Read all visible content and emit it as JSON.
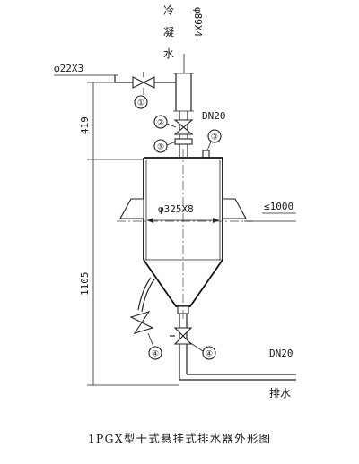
{
  "labels": {
    "condenser_water": [
      "冷",
      "凝",
      "水"
    ],
    "pipe_top": "φ89X4",
    "pipe_side": "φ22X3",
    "dn_upper": "DN20",
    "vessel_diameter": "φ325X8",
    "height_upper": "419",
    "height_lower": "1105",
    "level": "≤1000",
    "dn_lower": "DN20",
    "drain": "排水"
  },
  "callouts": [
    "①",
    "②",
    "③",
    "④",
    "⑤"
  ],
  "title": "1PGX型干式悬挂式排水器外形图"
}
